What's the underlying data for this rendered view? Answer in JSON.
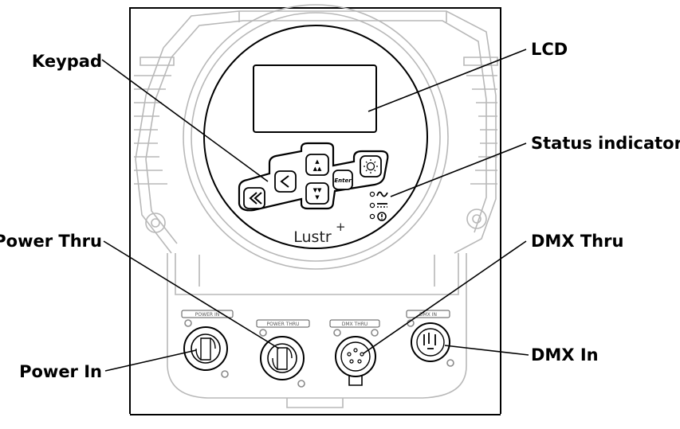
{
  "callouts": {
    "keypad": "Keypad",
    "lcd": "LCD",
    "status_indicators": "Status indicators",
    "power_thru": "Power Thru",
    "dmx_thru": "DMX Thru",
    "power_in": "Power In",
    "dmx_in": "DMX In"
  },
  "device": {
    "logo": "Lustr",
    "logo_sup": "+",
    "enter_key": "Enter"
  },
  "connector_labels": {
    "power_in": "POWER IN",
    "power_thru": "POWER THRU",
    "dmx_thru": "DMX THRU",
    "dmx_in": "DMX IN"
  },
  "colors": {
    "line": "#000000",
    "housing": "#b8b8b8"
  }
}
